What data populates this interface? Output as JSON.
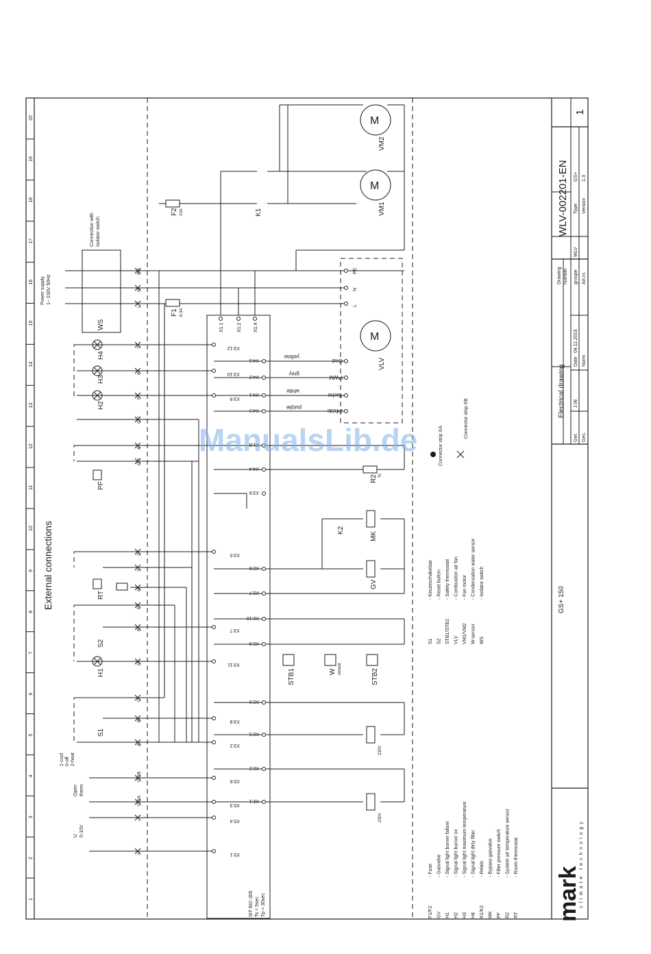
{
  "zones": [
    "1",
    "2",
    "3",
    "4",
    "5",
    "6",
    "7",
    "8",
    "9",
    "10",
    "11",
    "12",
    "13",
    "14",
    "15",
    "16",
    "17",
    "18",
    "19",
    "20"
  ],
  "title_external": "External connections",
  "power_supply": "Power supply\n1~ 230V 50Hz",
  "isolator_note": "Connection with\nisolator switch",
  "switch_note": "1-cool\n0-off\n2-heat",
  "open_therm": "Open\ntherm",
  "voltage_input": "U\n0-10V",
  "timer_note": "SIT BIC-305\nTs = 5sec\nTp = 30sec",
  "motor_label": "M",
  "motors": [
    "VM1",
    "VM2",
    "VLV"
  ],
  "wire_colors": [
    "yellow",
    "grey",
    "white",
    "purple"
  ],
  "fan_pins": [
    "Gnd",
    "PWM",
    "Tacho",
    "24Vdc"
  ],
  "conn_pins": [
    "X3:12",
    "X3:10",
    "X3:9",
    "X3:5",
    "X3:7",
    "X3:11",
    "X3:8",
    "X3:2",
    "X5:6",
    "X5:3",
    "X5:4",
    "X5:1",
    "X1:1",
    "X1:2",
    "X1:4",
    "X4:6",
    "X4:2",
    "X4:1",
    "X4:5",
    "X4:4",
    "X3:6",
    "X2:8",
    "X2:7",
    "X2:10",
    "X2:9",
    "X2:6",
    "X2:5",
    "X2:2",
    "X2:1",
    "X1:8"
  ],
  "terminals": [
    "PE",
    "N",
    "L",
    "7",
    "6",
    "5",
    "CN",
    "4",
    "CN",
    "2",
    "1",
    "N",
    "F",
    "E",
    "D",
    "C",
    "B",
    "A",
    "COB",
    "COA",
    "-",
    "+"
  ],
  "components": [
    "WS",
    "H4",
    "H3",
    "H2",
    "PF",
    "RT",
    "S2",
    "H1",
    "S1",
    "F1",
    "F2",
    "K1",
    "K2",
    "MK",
    "GV",
    "STB1",
    "STB2",
    "W",
    "R2"
  ],
  "ratings": [
    "6.3A",
    "10A",
    "230V",
    "230V",
    "Ts"
  ],
  "sensor_word": "sensor",
  "legend_a": [
    {
      "code": "F1/F2",
      "desc": "Fuse"
    },
    {
      "code": "GV",
      "desc": "Gasvalve"
    },
    {
      "code": "H1",
      "desc": "Signal light burner failure"
    },
    {
      "code": "H2",
      "desc": "Signal light burner on"
    },
    {
      "code": "H3",
      "desc": "Signal light maximum temperature"
    },
    {
      "code": "H4",
      "desc": "Signal light dirty filter"
    },
    {
      "code": "K1/K2",
      "desc": "Relais"
    },
    {
      "code": "MK",
      "desc": "Bypass gasvalve"
    },
    {
      "code": "PF",
      "desc": "Filter pressure switch"
    },
    {
      "code": "R2",
      "desc": "System air temperature sensor"
    },
    {
      "code": "RT",
      "desc": "Room thermostat"
    }
  ],
  "legend_b": [
    {
      "code": "S1",
      "desc": "Keuzeschakelaar"
    },
    {
      "code": "S2",
      "desc": "Reset button"
    },
    {
      "code": "STB1/STB2",
      "desc": "Safety thermostat"
    },
    {
      "code": "VLV",
      "desc": "Combustion air fan"
    },
    {
      "code": "VM1/VM2",
      "desc": "Fan motor"
    },
    {
      "code": "W-sensor",
      "desc": "Condensation water sensor"
    },
    {
      "code": "WS",
      "desc": "Isolator switch"
    }
  ],
  "strip_xa": "Connector strip XA",
  "strip_xb": "Connector strip XB",
  "title_block": {
    "logo": "mark",
    "logo_sub": "climate technology",
    "model": "GS+ 150",
    "drawing_title": "Electrical drawing",
    "drawing_number": "WLV-002201-EN",
    "sheet_no": "1",
    "labels": {
      "get": "Get.",
      "gec": "Gec.",
      "date": "Date",
      "norm": "Norm",
      "drawing_number": "Drawing\nnumber",
      "groupe": "groupe",
      "art": "Art.nr.",
      "type": "Type",
      "version": "Version"
    },
    "values": {
      "author": "J.W.",
      "date": "04.11.2015",
      "group": "WLV",
      "type": "GS+",
      "version": "1.3"
    }
  },
  "watermark": "ManualsLib.de"
}
